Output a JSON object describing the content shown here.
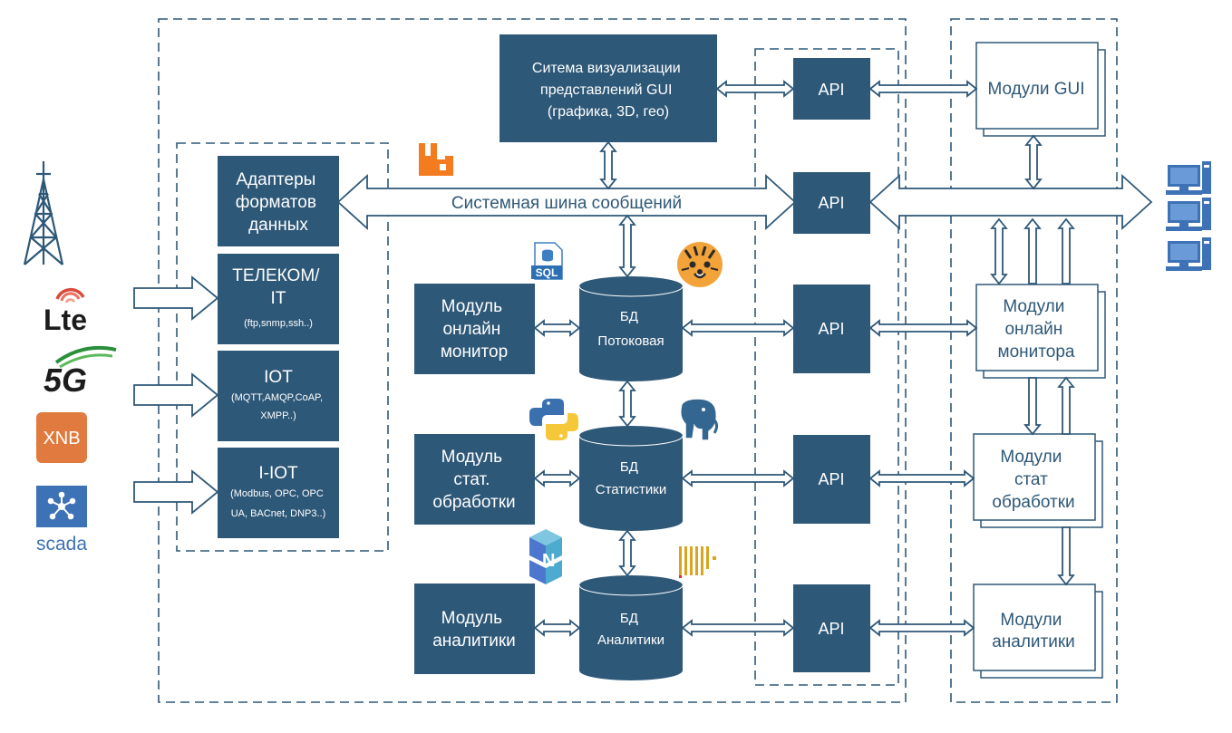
{
  "colors": {
    "primary": "#2e5878",
    "white": "#ffffff"
  },
  "top": {
    "visualization": [
      "Ситема визуализации",
      "представлений GUI",
      "(графика, 3D, гео)"
    ]
  },
  "bus": {
    "label": "Системная шина сообщений"
  },
  "adapters": {
    "formats": [
      "Адаптеры",
      "форматов",
      "данных"
    ],
    "telecom": {
      "title": [
        "ТЕЛЕКОМ/",
        "IT"
      ],
      "protocols": [
        "(ftp,snmp,ssh..)"
      ]
    },
    "iot": {
      "title": [
        "IOT"
      ],
      "protocols": [
        "(MQTT,AMQP,CoAP,",
        "XMPP..)"
      ]
    },
    "iiot": {
      "title": [
        "I-IOT"
      ],
      "protocols": [
        "(Modbus, OPC, OPC",
        "UA, BACnet, DNP3..)"
      ]
    }
  },
  "modules": {
    "online": [
      "Модуль",
      "онлайн",
      "монитор"
    ],
    "stat": [
      "Модуль",
      "стат.",
      "обработки"
    ],
    "analytics": [
      "Модуль",
      "аналитики"
    ]
  },
  "databases": {
    "stream": [
      "БД",
      "Потоковая"
    ],
    "stats": [
      "БД",
      "Статистики"
    ],
    "analytics": [
      "БД",
      "Аналитики"
    ]
  },
  "api": {
    "label": "API"
  },
  "right_modules": {
    "gui": [
      "Модули GUI"
    ],
    "online": [
      "Модули",
      "онлайн",
      "монитора"
    ],
    "stat": [
      "Модули",
      "стат",
      "обработки"
    ],
    "analytics": [
      "Модули",
      "аналитики"
    ]
  },
  "sources": {
    "lte": "Lte",
    "g5": "5G",
    "xnb": "XNB",
    "scada": "scada"
  },
  "icons": {
    "sql_badge": "SQL",
    "tower": "radio-tower-icon",
    "rabbitmq": "rabbitmq-icon",
    "sql_file": "sql-file-icon",
    "tiger": "tiger-icon",
    "python": "python-icon",
    "postgres": "postgresql-elephant-icon",
    "numpy": "numpy-icon",
    "questdb": "bar-db-icon",
    "computers": "computer-icon"
  }
}
